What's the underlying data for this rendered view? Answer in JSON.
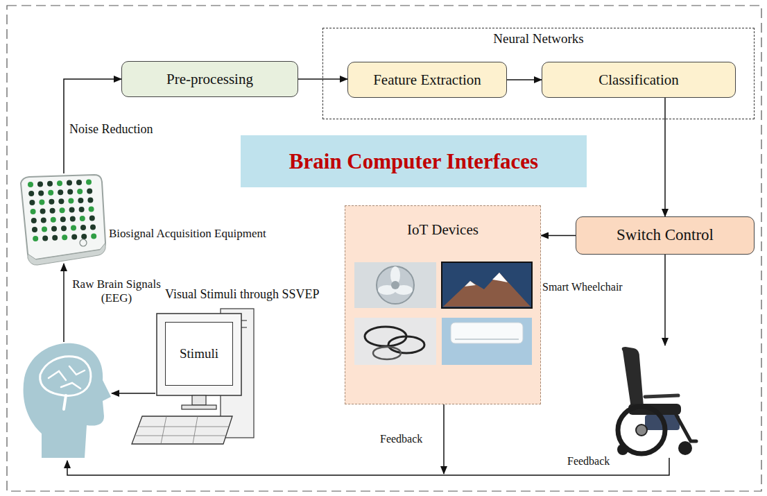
{
  "diagram": {
    "nodes": [
      {
        "text": [
          "Pre-processing"
        ]
      },
      {
        "text": [
          "Neural Networks"
        ]
      },
      {
        "text": [
          "Feature Extraction"
        ],
        "in": 1
      },
      {
        "text": [
          "Classification"
        ],
        "in": 1
      },
      {
        "text": [
          "Brain Computer Interfaces"
        ]
      },
      {
        "text": [
          "Biosignal Acquisition Equipment"
        ]
      },
      {
        "text": [
          "IoT Devices"
        ]
      },
      {
        "text": [
          "Switch Control"
        ]
      },
      {
        "text": [
          "Smart Wheelchair"
        ]
      },
      {
        "text": [
          "Stimuli"
        ]
      }
    ],
    "edges": [
      {
        "from": 5,
        "to": 0,
        "label": "Noise Reduction",
        "arrow": "to"
      },
      {
        "from": 0,
        "to": 2,
        "arrow": "to"
      },
      {
        "from": 2,
        "to": 3,
        "arrow": "to"
      },
      {
        "from": 3,
        "to": 7,
        "arrow": "to"
      },
      {
        "from": 7,
        "to": 6,
        "arrow": "to"
      },
      {
        "from": 7,
        "to": 8,
        "arrow": "to"
      }
    ],
    "labels": [
      "Raw Brain Signals (EEG)",
      "Visual Stimuli through SSVEP",
      "Feedback",
      "Feedback"
    ]
  }
}
